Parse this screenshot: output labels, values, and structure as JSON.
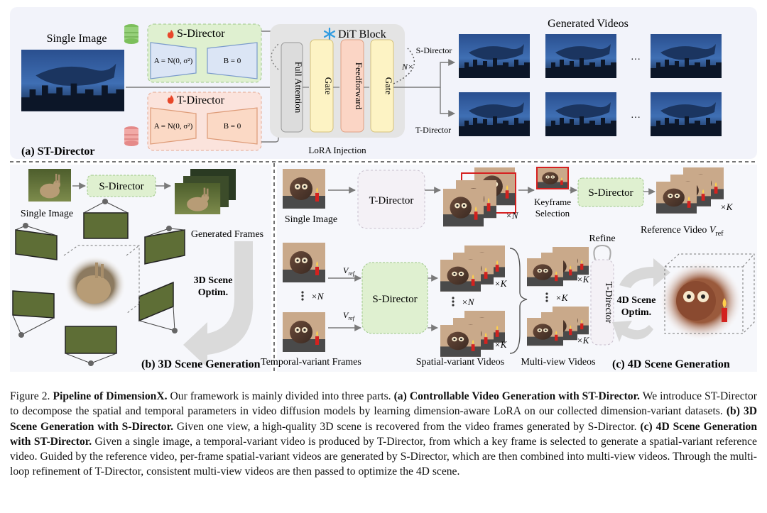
{
  "panel_a": {
    "single_image_label": "Single Image",
    "s_director_title": "S-Director",
    "t_director_title": "T-Director",
    "lora_a_eq": "A = N(0, σ²)",
    "lora_b_eq": "B = 0",
    "dit_title": "DiT Block",
    "full_attention": "Full Attention",
    "gate_1": "Gate",
    "feedforward": "Feedforward",
    "gate_2": "Gate",
    "repeat": "N×",
    "branch_s": "S-Director",
    "branch_t": "T-Director",
    "lora_injection": "LoRA Injection",
    "generated_videos": "Generated Videos",
    "ellipsis": "···",
    "panel_label": "(a) ST-Director"
  },
  "panel_b": {
    "single_image_label": "Single Image",
    "s_director": "S-Director",
    "generated_frames": "Generated Frames",
    "optim_line1": "3D Scene",
    "optim_line2": "Optim.",
    "panel_label": "(b) 3D Scene Generation"
  },
  "panel_c": {
    "single_image_label": "Single Image",
    "t_director": "T-Director",
    "times_n": "×N",
    "keyframe_line1": "Keyframe",
    "keyframe_line2": "Selection",
    "s_director_top": "S-Director",
    "times_k": "×K",
    "reference_video": "Reference Video",
    "v_ref": "V",
    "v_ref_sub": "ref",
    "refine": "Refine",
    "s_director_mid": "S-Director",
    "t_director_vertical": "T-Director",
    "optim_line1": "4D Scene",
    "optim_line2": "Optim.",
    "temporal_frames": "Temporal-variant Frames",
    "spatial_videos": "Spatial-variant Videos",
    "multiview_videos": "Multi-view Videos",
    "panel_label": "(c) 4D Scene Generation"
  },
  "caption": {
    "fig_num": "Figure 2.",
    "title": "Pipeline of DimensionX.",
    "intro": "Our framework is mainly divided into three parts.",
    "a_head": "(a) Controllable Video Generation with ST-Director.",
    "a_text": "We introduce ST-Director to decompose the spatial and temporal parameters in video diffusion models by learning dimension-aware LoRA on our collected dimension-variant datasets.",
    "b_head": "(b) 3D Scene Generation with S-Director.",
    "b_text": "Given one view, a high-quality 3D scene is recovered from the video frames generated by S-Director.",
    "c_head": "(c) 4D Scene Generation with ST-Director.",
    "c_text": "Given a single image, a temporal-variant video is produced by T-Director, from which a key frame is selected to generate a spatial-variant reference video. Guided by the reference video, per-frame spatial-variant videos are generated by S-Director, which are then combined into multi-view videos. Through the multi-loop refinement of T-Director, consistent multi-view videos are then passed to optimize the 4D scene."
  },
  "colors": {
    "s_director_green": "#dff0d0",
    "t_director_pink": "#fbe3dc",
    "gate_yellow": "#fdf3c4",
    "ff_orange": "#fbd5c5",
    "lora_blue": "#dbe5f5",
    "lora_orange": "#fbd9c5",
    "panel_bg": "#f2f3fa",
    "dit_gray": "#e4e4e4",
    "frame_red": "#d62020",
    "snow_blue": "#2f9be0",
    "flame_red": "#e8472a"
  }
}
